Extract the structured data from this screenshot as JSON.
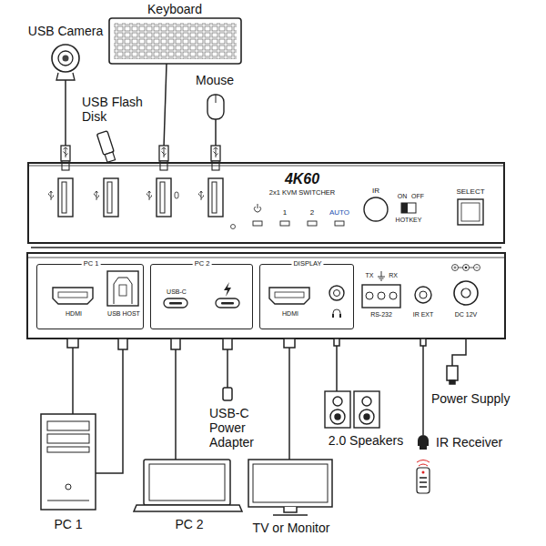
{
  "diagram": {
    "nodes": [
      {
        "text": [
          "4K60",
          "2x1 KVM SWITCHER"
        ]
      },
      {
        "text": [
          "PC 1",
          "HDMI",
          "USB HOST"
        ]
      },
      {
        "text": [
          "PC 2",
          "USB-C"
        ]
      },
      {
        "text": [
          "DISPLAY",
          "HDMI"
        ]
      }
    ],
    "labels": [
      "USB Camera",
      "Keyboard",
      "USB Flash Disk",
      "Mouse",
      "1",
      "2",
      "AUTO",
      "IR",
      "ON",
      "OFF",
      "HOTKEY",
      "SELECT",
      "TX",
      "RX",
      "RS-232",
      "IR EXT",
      "DC 12V",
      "Power Supply",
      "USB-C Power Adapter",
      "2.0 Speakers",
      "IR Receiver",
      "PC 1",
      "PC 2",
      "TV or Monitor"
    ]
  }
}
